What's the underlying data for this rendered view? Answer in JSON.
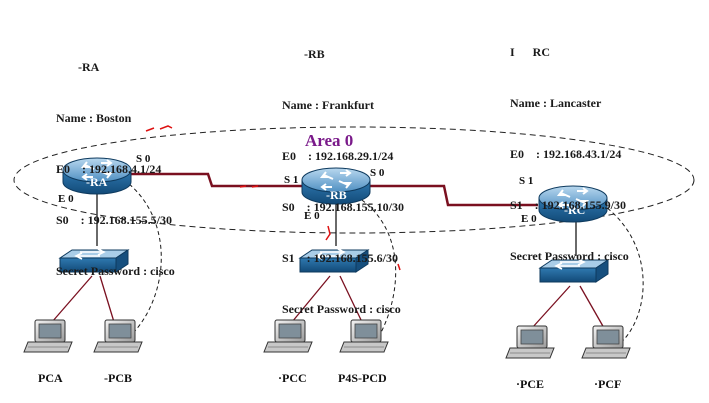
{
  "area_label": "Area 0",
  "routers": {
    "ra": {
      "title": "-RA",
      "icon_label": "-RA",
      "lines": [
        "Name : Boston",
        "E0    : 192.168.4.1/24",
        "S0    : 192.168.155.5/30",
        "Secret Password : cisco"
      ],
      "port_labels": [
        "S 0",
        "E 0"
      ]
    },
    "rb": {
      "title": "-RB",
      "icon_label": "-RB",
      "lines": [
        "Name : Frankfurt",
        "E0    : 192.168.29.1/24",
        "S0    : 192.168.155.10/30",
        "S1    : 192.168.155.6/30",
        "Secret Password : cisco"
      ],
      "port_labels": [
        "S 1",
        "S 0",
        "E 0"
      ]
    },
    "rc": {
      "title": "I      RC",
      "icon_label": "-RC",
      "lines": [
        "Name : Lancaster",
        "E0    : 192.168.43.1/24",
        "S1    : 192.168.155.9/30",
        "Secret Password : cisco"
      ],
      "port_labels": [
        "S 1",
        "E 0"
      ]
    }
  },
  "pcs": [
    "PCA",
    "-PCB",
    "·PCC",
    "P4S-PCD",
    "·PCE",
    "·PCF"
  ],
  "colors": {
    "serial_link": "#7a1020",
    "ethernet_link": "#1a1a1a",
    "console_dash": "#1a1a1a",
    "area_label": "#7a1a8a",
    "router_face": "#2a6a9a",
    "switch_face": "#2f79b0",
    "red_mark": "#dd1111"
  }
}
